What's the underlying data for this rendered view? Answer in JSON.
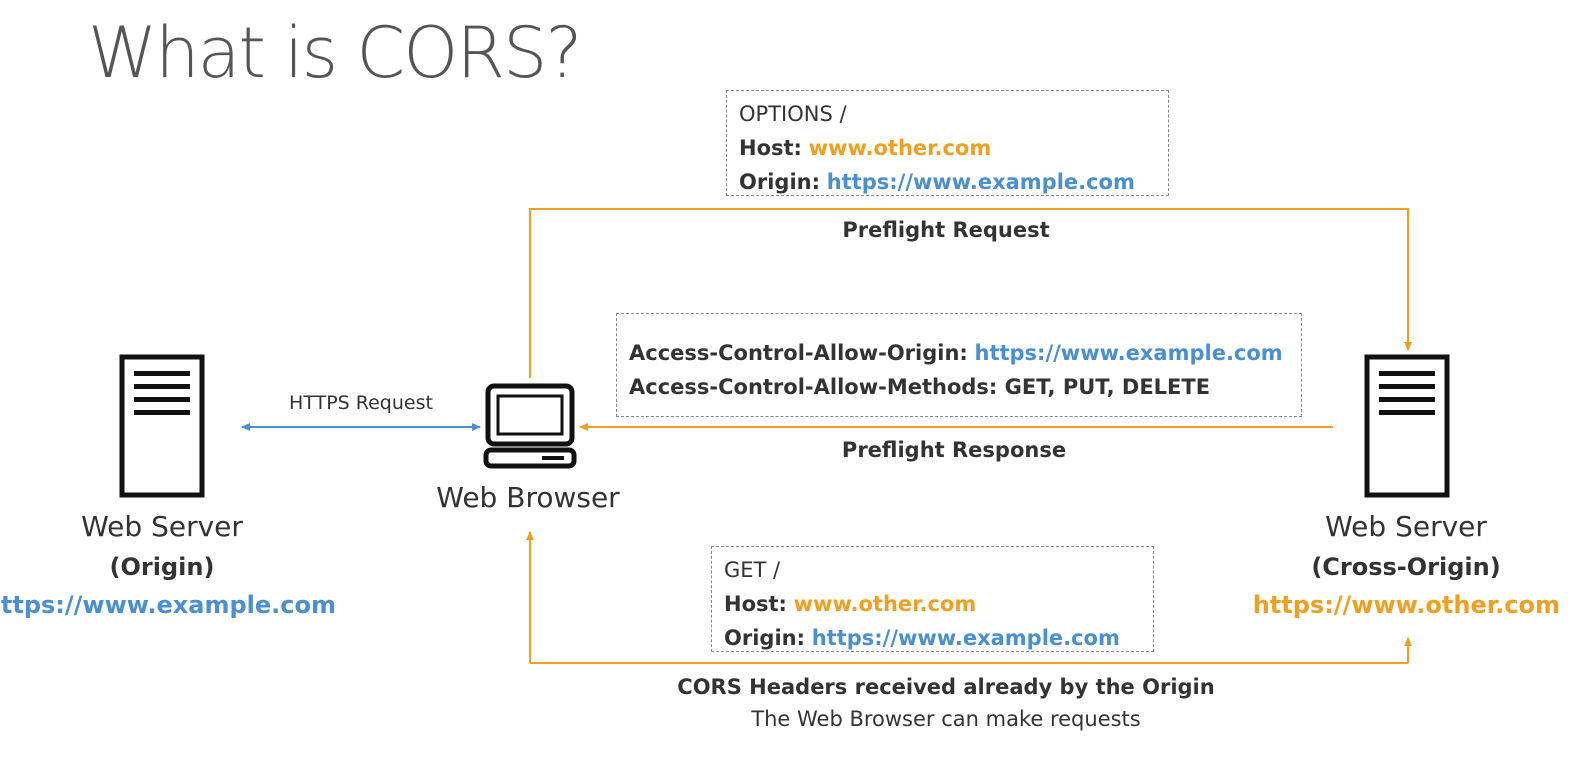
{
  "title": "What is CORS?",
  "colors": {
    "request": "#f0a020",
    "https": "#4a8fd0",
    "host": "#f0a020",
    "origin": "#4a8fd0"
  },
  "preflight_box": {
    "line1": "OPTIONS /",
    "host_label": "Host:",
    "host_value": "www.other.com",
    "origin_label": "Origin:",
    "origin_value": "https://www.example.com"
  },
  "preflight_request_label": "Preflight Request",
  "response_box": {
    "allow_origin_label": "Access-Control-Allow-Origin:",
    "allow_origin_value": "https://www.example.com",
    "allow_methods_label": "Access-Control-Allow-Methods: GET, PUT, DELETE"
  },
  "preflight_response_label": "Preflight Response",
  "https_request_label": "HTTPS Request",
  "get_box": {
    "line1": "GET /",
    "host_label": "Host:",
    "host_value": "www.other.com",
    "origin_label": "Origin:",
    "origin_value": "https://www.example.com"
  },
  "footer": {
    "line1": "CORS Headers received already by the Origin",
    "line2": "The Web Browser can make requests"
  },
  "origin_server": {
    "name": "Web Server",
    "role": "(Origin)",
    "url": "https://www.example.com"
  },
  "browser": {
    "name": "Web Browser"
  },
  "cross_server": {
    "name": "Web Server",
    "role": "(Cross-Origin)",
    "url": "https://www.other.com"
  },
  "icons": {
    "server": "server-icon",
    "browser": "computer-icon"
  }
}
